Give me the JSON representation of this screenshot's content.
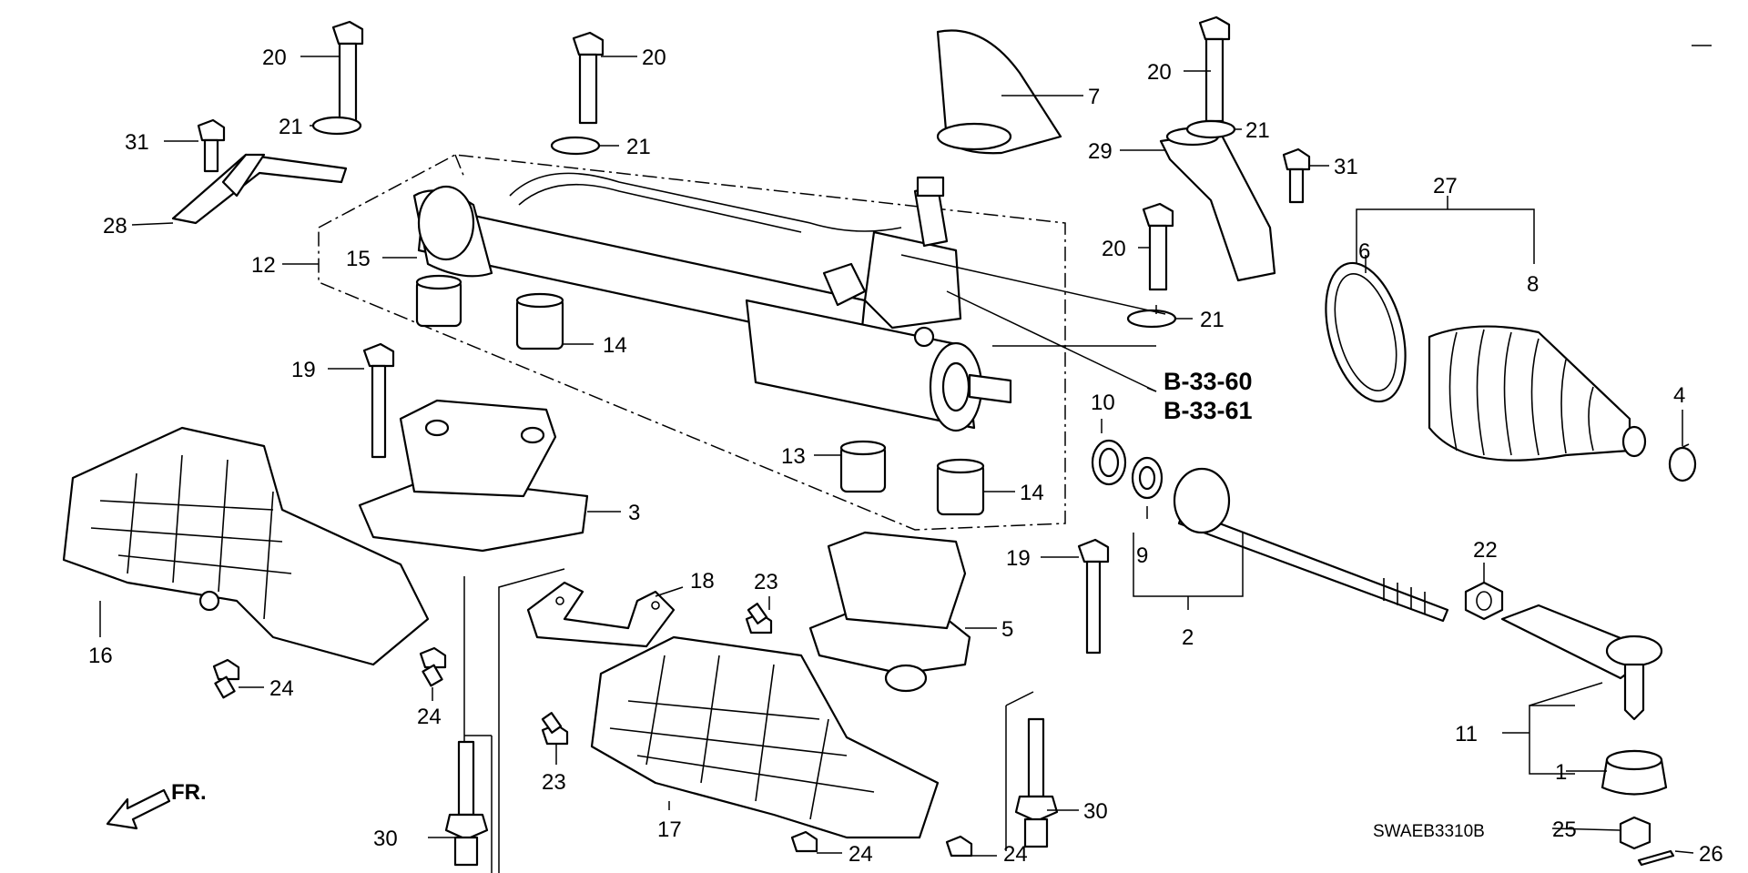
{
  "diagram": {
    "callouts": {
      "c1": "1",
      "c2": "2",
      "c3": "3",
      "c4": "4",
      "c5": "5",
      "c6": "6",
      "c7": "7",
      "c8": "8",
      "c9": "9",
      "c10": "10",
      "c11": "11",
      "c12": "12",
      "c13": "13",
      "c14a": "14",
      "c14b": "14",
      "c15": "15",
      "c16": "16",
      "c17": "17",
      "c18": "18",
      "c19a": "19",
      "c19b": "19",
      "c20a": "20",
      "c20b": "20",
      "c20c": "20",
      "c20d": "20",
      "c21a": "21",
      "c21b": "21",
      "c21c": "21",
      "c21d": "21",
      "c22": "22",
      "c23a": "23",
      "c23b": "23",
      "c24a": "24",
      "c24b": "24",
      "c24c": "24",
      "c24d": "24",
      "c25": "25",
      "c26": "26",
      "c27": "27",
      "c28": "28",
      "c29": "29",
      "c30a": "30",
      "c30b": "30",
      "c31a": "31",
      "c31b": "31"
    },
    "references": [
      "B-33-60",
      "B-33-61"
    ],
    "front_label": "FR.",
    "diagram_code": "SWAEB3310B"
  }
}
